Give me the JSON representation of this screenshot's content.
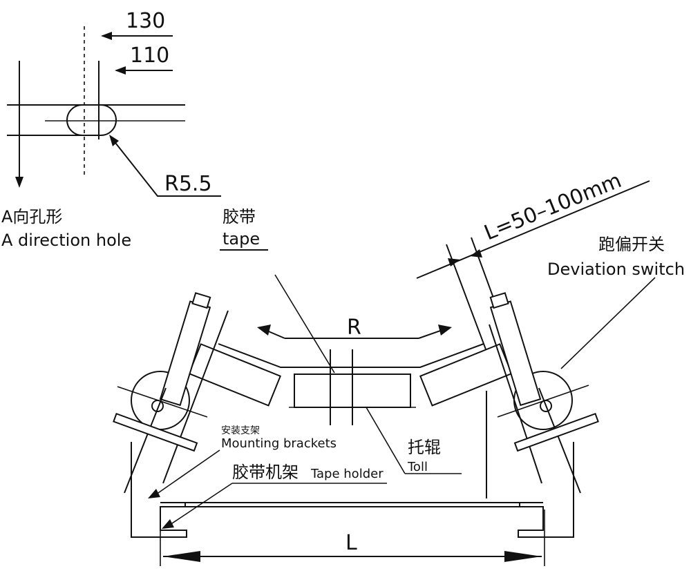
{
  "hole_detail": {
    "dim_130": "130",
    "dim_110": "110",
    "radius": "R5.5",
    "title_cn": "A向孔形",
    "title_en": "A direction hole"
  },
  "labels": {
    "tape_cn": "胶带",
    "tape_en": "tape",
    "deviation_cn": "跑偏开关",
    "deviation_en": "Deviation switch",
    "clearance": "L=50–100mm",
    "radius_R": "R",
    "mounting_cn": "安装支架",
    "mounting_en": "Mounting brackets",
    "holder_cn": "胶带机架",
    "holder_en": "Tape holder",
    "roller_cn": "托辊",
    "roller_en": "Toll",
    "length_L": "L"
  }
}
